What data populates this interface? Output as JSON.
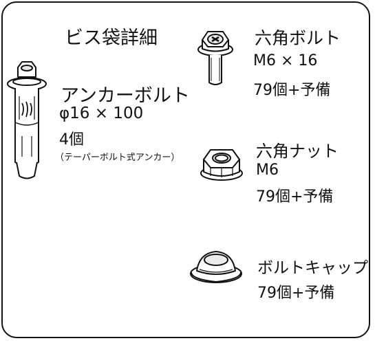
{
  "title": "ビス袋詳細",
  "items": {
    "hex_bolt": {
      "name": "六角ボルト",
      "size": "M6 × 16",
      "quantity": "79個+予備"
    },
    "anchor_bolt": {
      "name": "アンカーボルト",
      "size": "φ16 × 100",
      "quantity": "4個",
      "note": "（テーパーボルト式アンカー）"
    },
    "hex_nut": {
      "name": "六角ナット",
      "size": "M6",
      "quantity": "79個+予備"
    },
    "bolt_cap": {
      "name": "ボルトキャップ",
      "quantity": "79個+予備"
    }
  },
  "icons": [
    "hex-bolt-icon",
    "anchor-bolt-icon",
    "hex-nut-icon",
    "bolt-cap-icon"
  ],
  "colors": {
    "line": "#111111",
    "background": "#ffffff"
  }
}
